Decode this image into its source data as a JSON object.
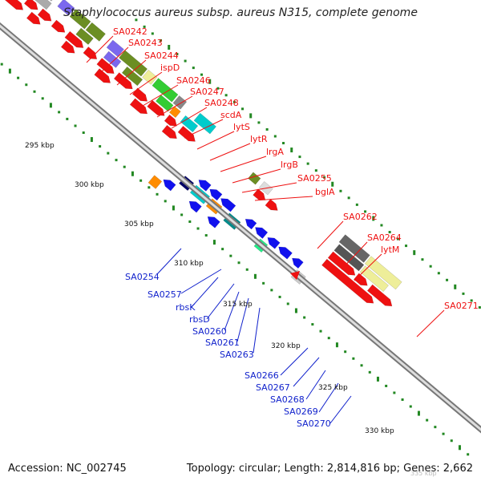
{
  "title": "Staphylococcus aureus subsp. aureus N315, complete genome",
  "footer": {
    "accession": "Accession: NC_002745",
    "summary": "Topology: circular; Length: 2,814,816 bp; Genes: 2,662"
  },
  "colors": {
    "forward_label": "#ee1111",
    "reverse_label": "#1122cc",
    "backbone": "#888888",
    "ruler_dots": "#228822",
    "cds_red": "#ee1111",
    "cds_blue": "#1111ee"
  },
  "scale": {
    "ticks": [
      {
        "label": "295 kbp"
      },
      {
        "label": "300 kbp"
      },
      {
        "label": "305 kbp"
      },
      {
        "label": "310 kbp"
      },
      {
        "label": "315 kbp"
      },
      {
        "label": "320 kbp"
      },
      {
        "label": "325 kbp"
      },
      {
        "label": "330 kbp"
      },
      {
        "label": "335 kbp"
      }
    ]
  },
  "forward_labels": [
    "SA0242",
    "SA0243",
    "SA0244",
    "ispD",
    "SA0246",
    "SA0247",
    "SA0248",
    "scdA",
    "lytS",
    "lytR",
    "lrgA",
    "lrgB",
    "SA0255",
    "bglA",
    "SA0262",
    "SA0264",
    "lytM",
    "SA0271"
  ],
  "reverse_labels": [
    "SA0254",
    "SA0257",
    "rbsK",
    "rbsD",
    "SA0260",
    "SA0261",
    "SA0263",
    "SA0266",
    "SA0267",
    "SA0268",
    "SA0269",
    "SA0270"
  ]
}
